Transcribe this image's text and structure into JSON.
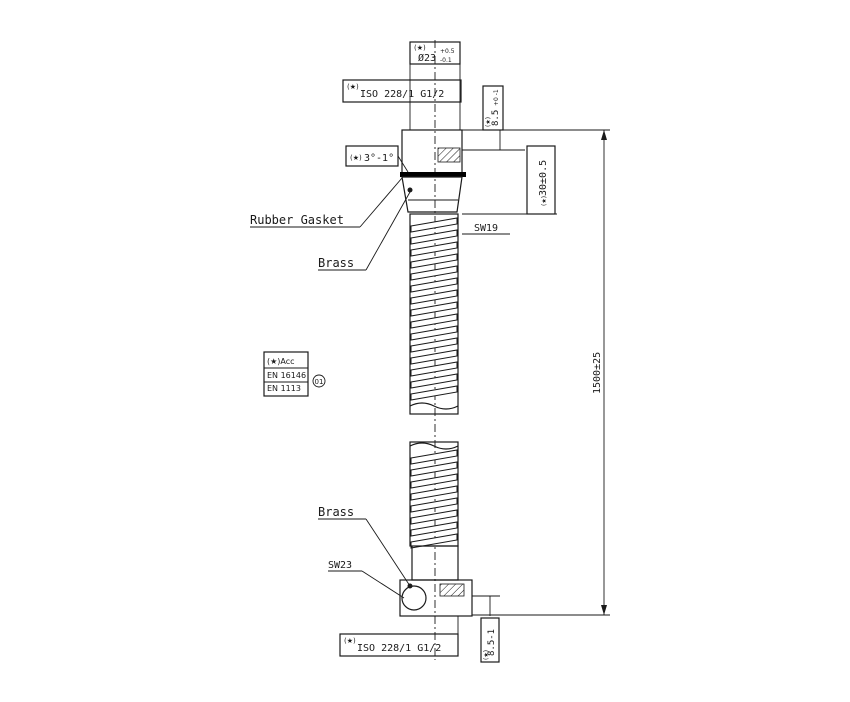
{
  "labels": {
    "dia_top": "Ø23",
    "dia_top_tol_upper": "+0.5",
    "dia_top_tol_lower": "-0.1",
    "thread_top": "ISO 228/1 G1/2",
    "dim_top_length": "8.5",
    "dim_top_length_tol": "+0 -1",
    "angle": "3°-1°",
    "dim_fitting_length": "30±0.5",
    "rubber_gasket": "Rubber Gasket",
    "brass_top": "Brass",
    "sw_top": "SW19",
    "overall_length": "1500±25",
    "standard_title": "(★)Acc",
    "standard_1": "EN 16146",
    "standard_2": "EN 1113",
    "standard_class": "01",
    "brass_bottom": "Brass",
    "sw_bottom": "SW23",
    "thread_bottom": "ISO 228/1 G1/2",
    "dim_bottom_length": "8.5-1",
    "marker": "(★)"
  },
  "colors": {
    "line": "#1a1a1a",
    "gasket": "#000000",
    "hose_fill": "#d9d9d9",
    "background": "#ffffff"
  }
}
